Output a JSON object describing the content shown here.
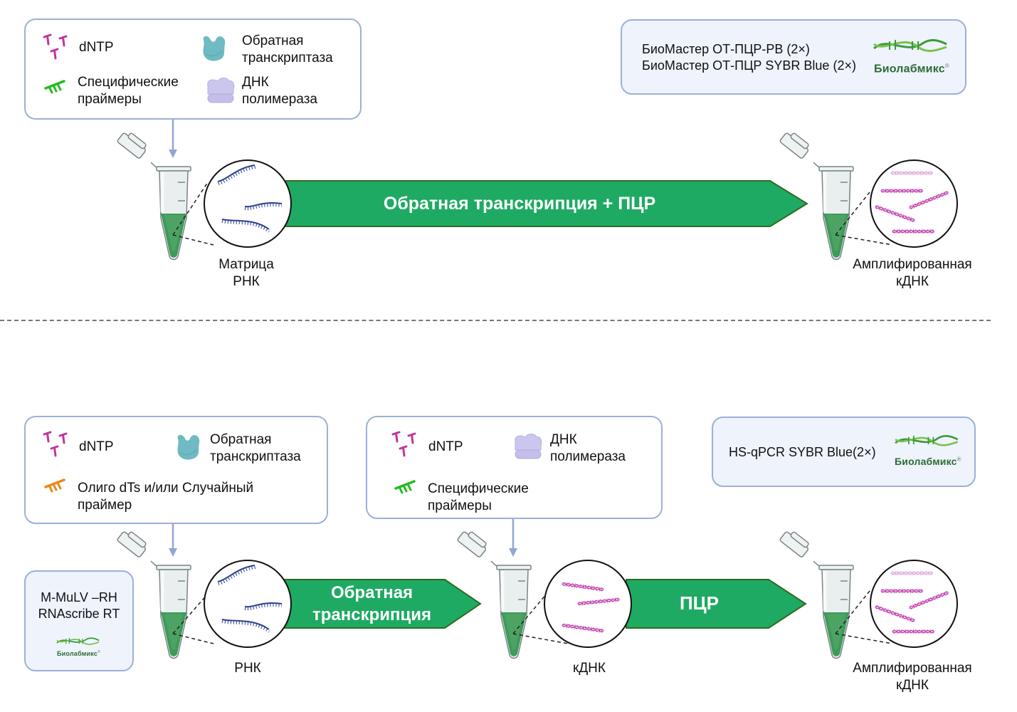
{
  "colors": {
    "box_border": "#9db0d6",
    "box_fill_blue": "#eef3fc",
    "process_arrow_fill": "#1eaa62",
    "process_arrow_border": "#2e6b22",
    "dntp": "#c0359e",
    "specific_primer": "#22bb22",
    "oligo_primer": "#e8871a",
    "reverse_transcriptase": "#6fbac3",
    "dna_polymerase": "#c9c4ec",
    "rna_strand": "#2a3f8f",
    "dna_helix": "#c23fb0",
    "tube_liquid": "#3e9a59",
    "separator": "#777777"
  },
  "top": {
    "reagents": {
      "dntp": "dNTP",
      "specific_primers": [
        "Специфические",
        "праймеры"
      ],
      "reverse_transcriptase": [
        "Обратная",
        "транскриптаза"
      ],
      "dna_polymerase": [
        "ДНК",
        "полимераза"
      ]
    },
    "products_box": {
      "lines": [
        "БиоМастер ОТ-ПЦР-РВ (2×)",
        "БиоМастер ОТ-ПЦР SYBR Blue (2×)"
      ],
      "logo": "Биолабмикс",
      "logo_mark": "®"
    },
    "process_arrow": "Обратная транскрипция + ПЦР",
    "start_label": [
      "Матрица",
      "РНК"
    ],
    "end_label": [
      "Амплифированная",
      "кДНК"
    ]
  },
  "bottom": {
    "rt_reagents": {
      "dntp": "dNTP",
      "reverse_transcriptase": [
        "Обратная",
        "транскриптаза"
      ],
      "primers": [
        "Олиго dTs и/или Случайный",
        "праймер"
      ]
    },
    "pcr_reagents": {
      "dntp": "dNTP",
      "dna_polymerase": [
        "ДНК",
        "полимераза"
      ],
      "specific_primers": [
        "Специфические",
        "праймеры"
      ]
    },
    "rt_product_box": {
      "lines": [
        "M-MuLV –RH",
        "RNAscribe RT"
      ],
      "logo": "Биолабмикс",
      "logo_mark": "®"
    },
    "pcr_product_box": {
      "line": "HS-qPCR SYBR Blue(2×)",
      "logo": "Биолабмикс",
      "logo_mark": "®"
    },
    "rt_arrow": [
      "Обратная",
      "транскрипция"
    ],
    "pcr_arrow": "ПЦР",
    "rna_label": "РНК",
    "cdna_label": "кДНК",
    "end_label": [
      "Амплифированная",
      "кДНК"
    ]
  }
}
